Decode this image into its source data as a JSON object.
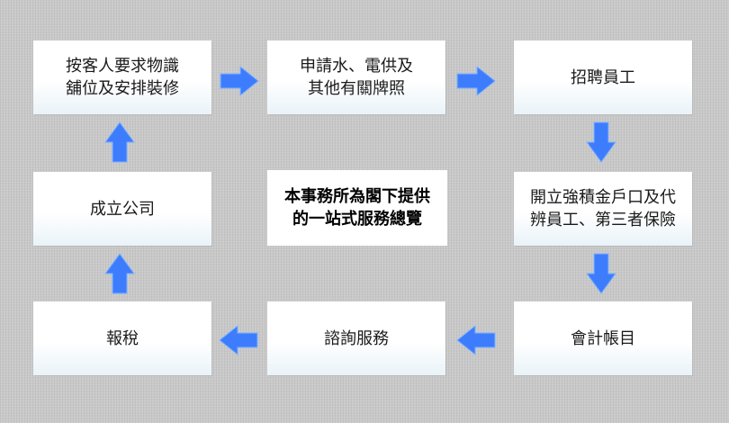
{
  "boxes": {
    "b1": {
      "line1": "按客人要求物識",
      "line2": "舖位及安排裝修"
    },
    "b2": {
      "line1": "申請水、電供及",
      "line2": "其他有關牌照"
    },
    "b3": {
      "label": "招聘員工"
    },
    "b4": {
      "label": "成立公司"
    },
    "b5": {
      "line1": "開立強積金戶口及代",
      "line2": "辨員工、第三者保險"
    },
    "b6": {
      "label": "報稅"
    },
    "b7": {
      "label": "諮詢服務"
    },
    "b8": {
      "label": "會計帳目"
    }
  },
  "center": {
    "line1": "本事務所為閣下提供",
    "line2": "的一站式服務總覽"
  },
  "colors": {
    "arrow": "#3d7dfd",
    "arrow_light": "#7fb2ff",
    "background": "#c9c9c9"
  }
}
